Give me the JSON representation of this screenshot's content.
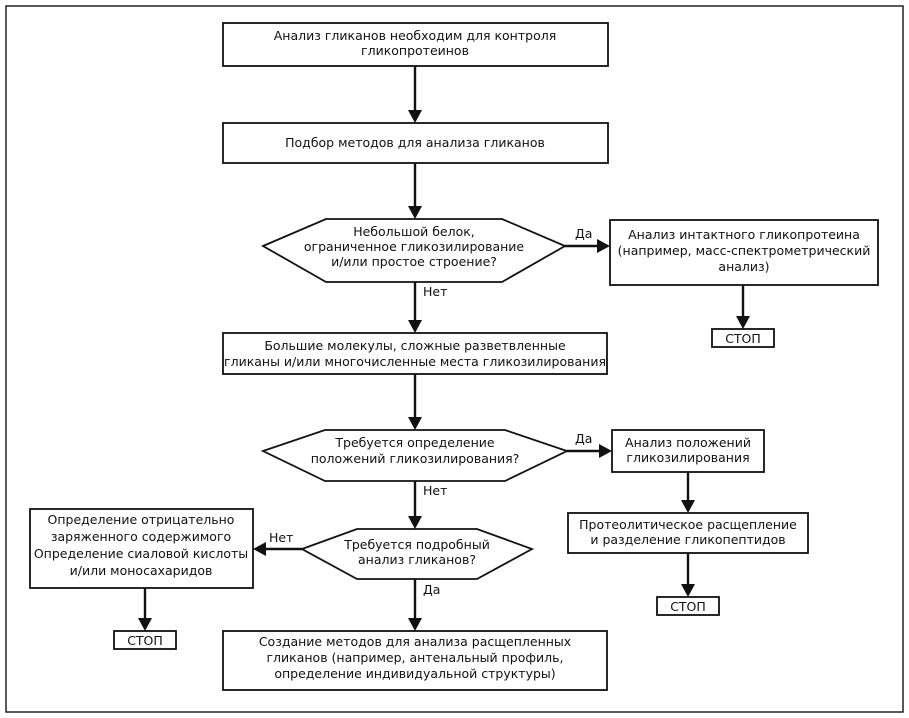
{
  "nodes": {
    "n1": [
      "Анализ гликанов необходим для контроля",
      "гликопротеинов"
    ],
    "n2": [
      "Подбор методов для анализа гликанов"
    ],
    "d1": [
      "Небольшой белок,",
      "ограниченное гликозилирование",
      "и/или простое строение?"
    ],
    "r1": [
      "Анализ интактного гликопротеина",
      "(например, масс-спектрометрический",
      "анализ)"
    ],
    "s1": [
      "СТОП"
    ],
    "n3": [
      "Большие молекулы, сложные разветвленные",
      "гликаны и/или многочисленные места гликозилирования"
    ],
    "d2": [
      "Требуется определение",
      "положений гликозилирования?"
    ],
    "r2": [
      "Анализ положений",
      "гликозилирования"
    ],
    "r3": [
      "Протеолитическое расщепление",
      "и разделение гликопептидов"
    ],
    "s2": [
      "СТОП"
    ],
    "d3": [
      "Требуется подробный",
      "анализ гликанов?"
    ],
    "l1": [
      "Определение отрицательно",
      "заряженного содержимого",
      "Определение сиаловой кислоты",
      "и/или моносахаридов"
    ],
    "s3": [
      "СТОП"
    ],
    "n4": [
      "Создание методов для анализа расщепленных",
      "гликанов (например, антенальный профиль,",
      "определение индивидуальной структуры)"
    ]
  },
  "edge_labels": {
    "d1_yes": "Да",
    "d1_no": "Нет",
    "d2_yes": "Да",
    "d2_no": "Нет",
    "d3_no": "Нет",
    "d3_yes": "Да"
  }
}
